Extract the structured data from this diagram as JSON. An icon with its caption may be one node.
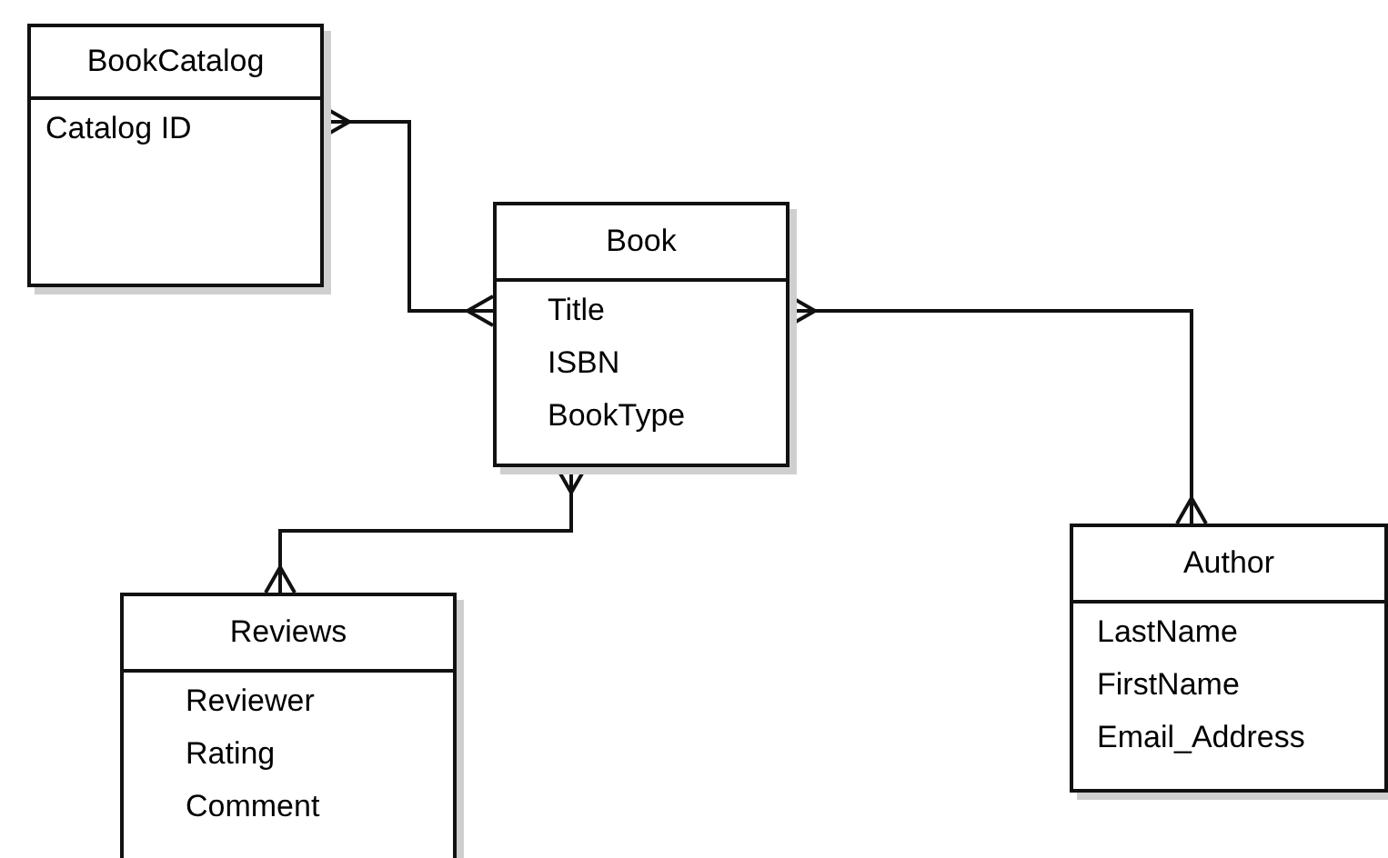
{
  "diagram": {
    "nodes": [
      {
        "text": [
          "BookCatalog",
          "Catalog ID"
        ]
      },
      {
        "text": [
          "Book",
          "Title",
          "ISBN",
          "BookType"
        ]
      },
      {
        "text": [
          "Reviews",
          "Reviewer",
          "Rating",
          "Comment"
        ]
      },
      {
        "text": [
          "Author",
          "LastName",
          "FirstName",
          "Email_Address"
        ]
      }
    ],
    "edges": [
      {
        "from": 0,
        "to": 1,
        "arrow": "other"
      },
      {
        "from": 1,
        "to": 3,
        "arrow": "other"
      },
      {
        "from": 1,
        "to": 2,
        "arrow": "other"
      }
    ]
  }
}
